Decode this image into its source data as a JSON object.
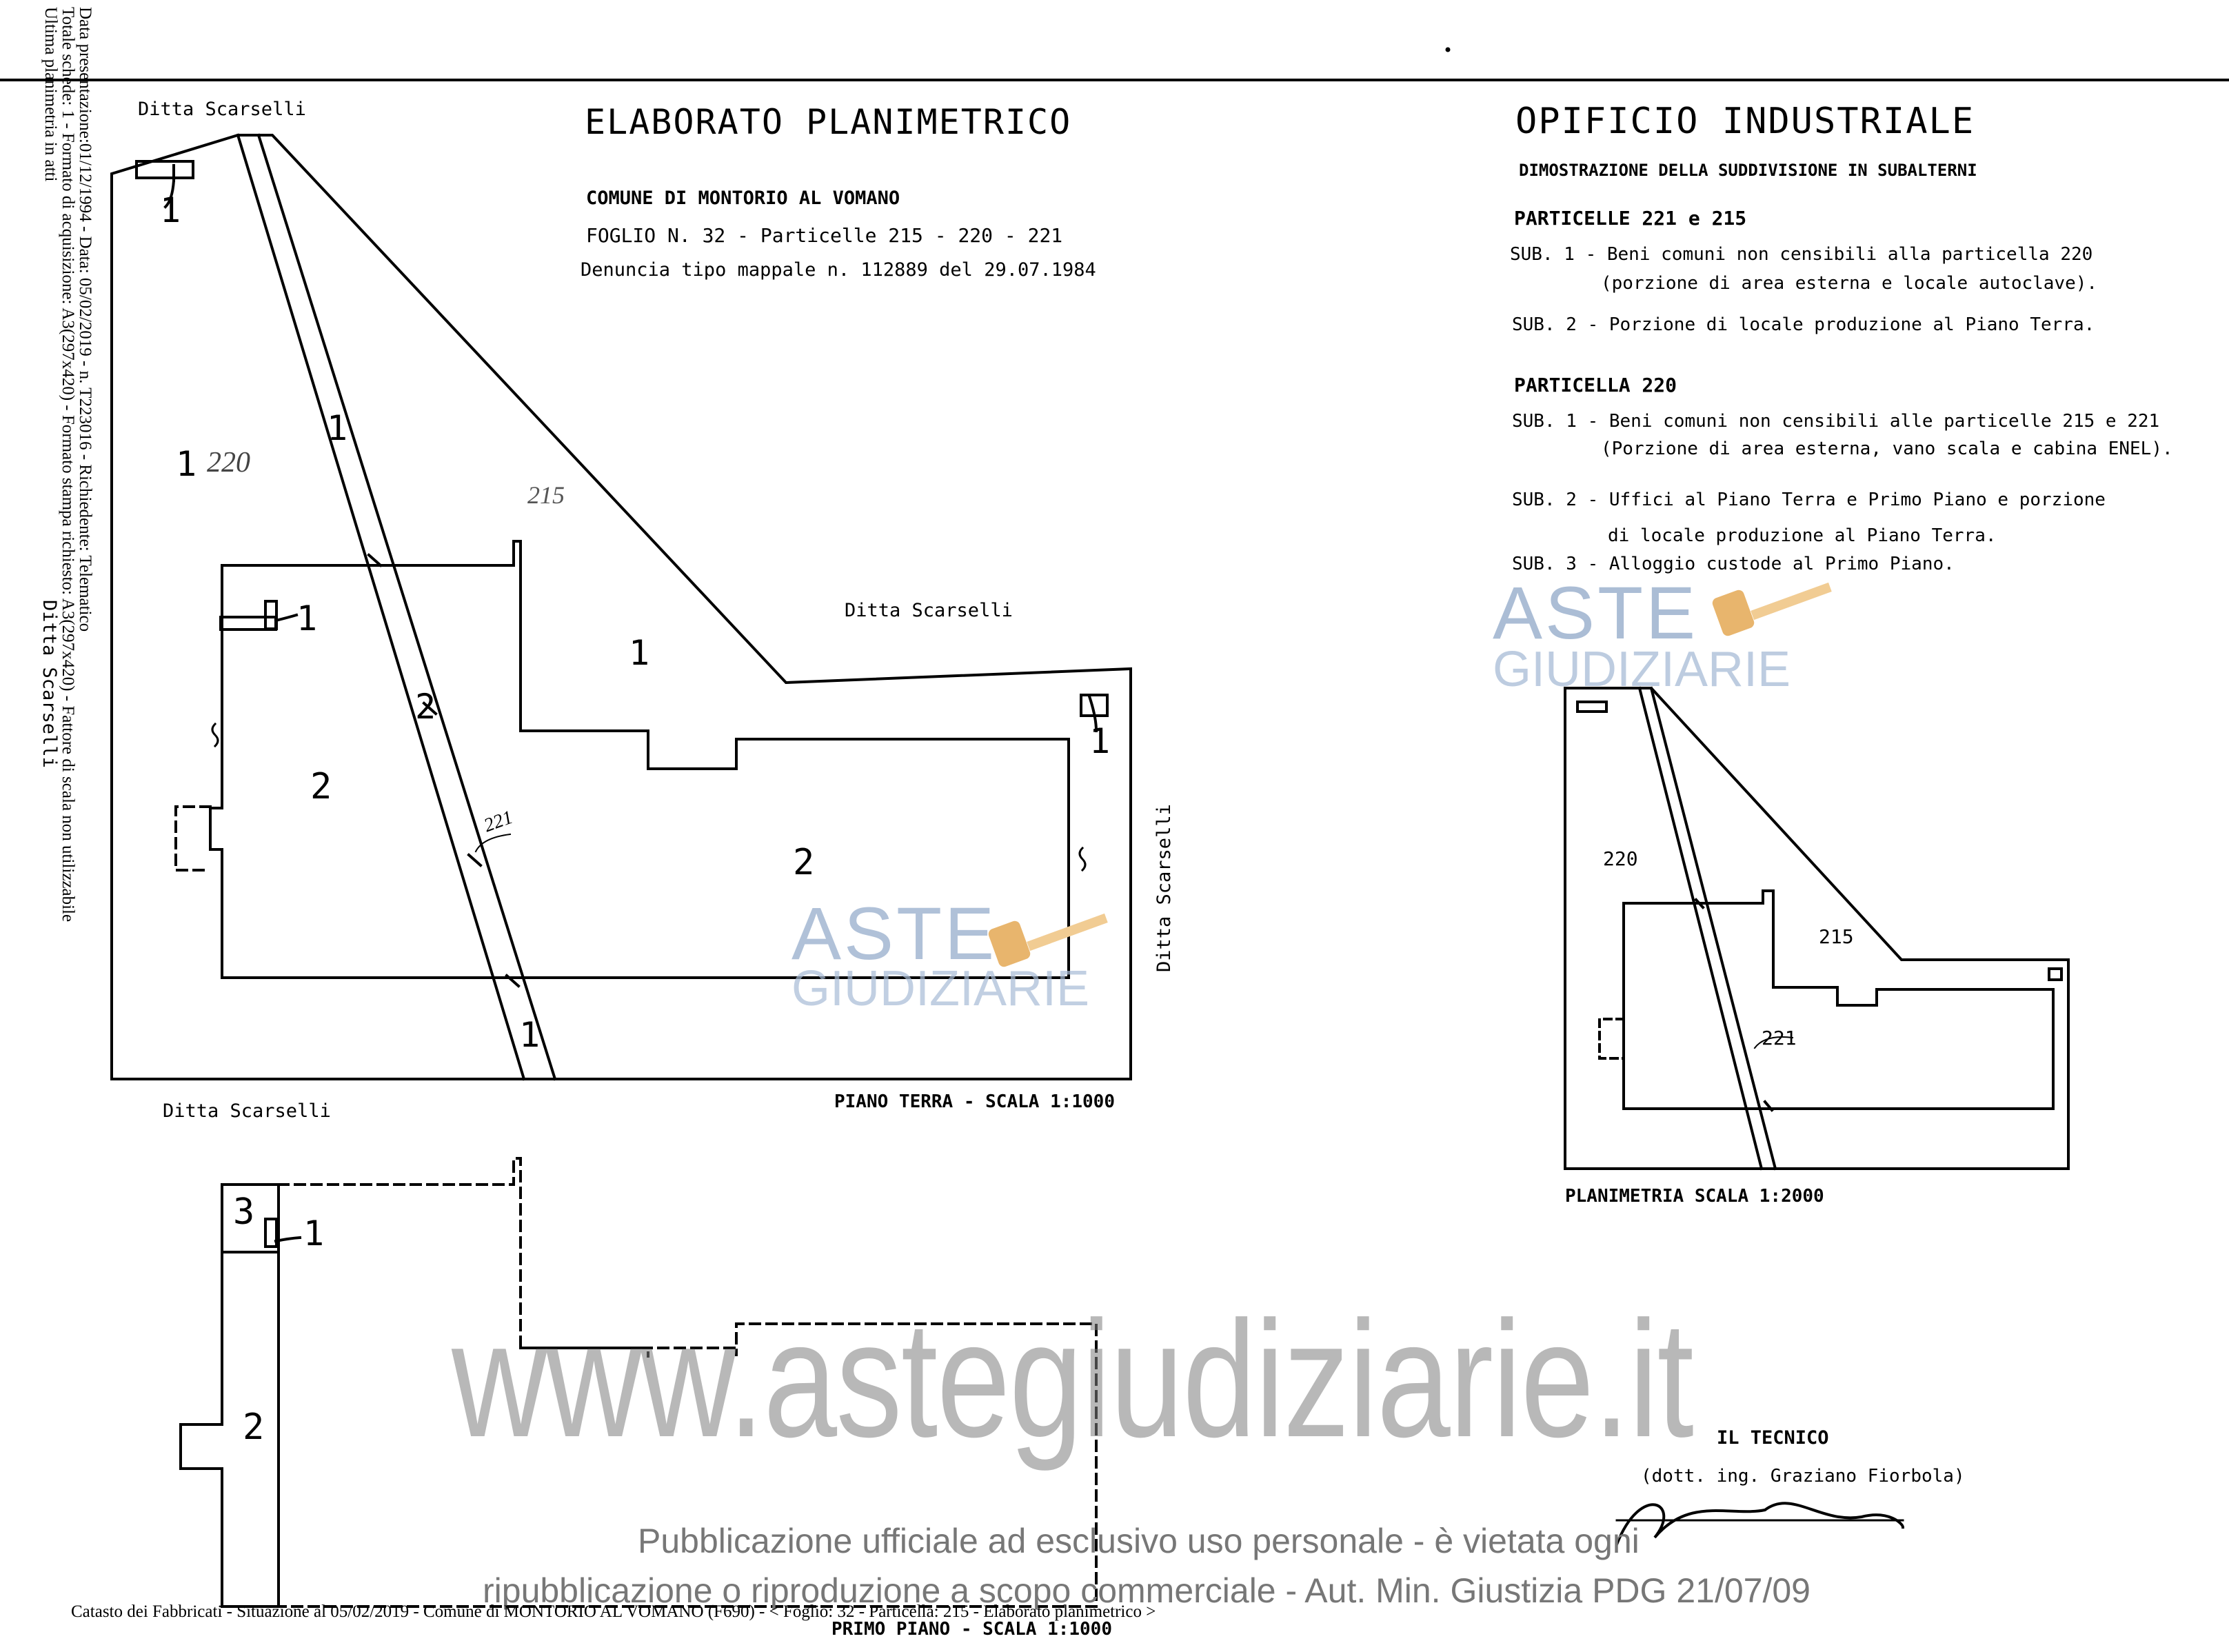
{
  "header_right_block": {
    "title": "OPIFICIO INDUSTRIALE",
    "subtitle": "DIMOSTRAZIONE DELLA SUDDIVISIONE IN SUBALTERNI",
    "section1_title": "PARTICELLE 221 e 215",
    "section1_sub1_line1": "SUB. 1 - Beni comuni non censibili alla particella 220",
    "section1_sub1_line2": "(porzione di area esterna e locale autoclave).",
    "section1_sub2": "SUB. 2 - Porzione di locale produzione al Piano Terra.",
    "section2_title": "PARTICELLA 220",
    "section2_sub1_line1": "SUB. 1 - Beni comuni non censibili alle particelle 215 e 221",
    "section2_sub1_line2": "(Porzione di area esterna, vano scala e cabina ENEL).",
    "section2_sub2_line1": "SUB. 2 - Uffici al Piano Terra e Primo Piano e porzione",
    "section2_sub2_line2": "di locale produzione al Piano Terra.",
    "section2_sub3": "SUB. 3 - Alloggio custode al Primo Piano."
  },
  "header_center_block": {
    "title": "ELABORATO PLANIMETRICO",
    "comune": "COMUNE DI MONTORIO AL VOMANO",
    "foglio": "FOGLIO N. 32 - Particelle 215 - 220 - 221",
    "denuncia": "Denuncia tipo mappale n. 112889 del 29.07.1984"
  },
  "left_margin_notes": {
    "line1": "Data presentazione:01/12/1994 - Data: 05/02/2019 - n. T223016 - Richiedente: Telematico",
    "line2": "Totale schede: 1 - Formato di acquisizione: A3(297x420) - Formato stampa richiesto: A3(297x420) - Fattore di scala non utilizzabile",
    "line3": "Ultima planimetria in atti"
  },
  "ground_floor_plan": {
    "neighbor_top_left": "Ditta Scarselli",
    "neighbor_center": "Ditta Scarselli",
    "neighbor_right": "Ditta Scarselli",
    "neighbor_left": "Ditta Scarselli",
    "neighbor_bottom": "Ditta Scarselli",
    "label_top_left_sub": "1",
    "label_area_left": "1",
    "label_area_left_handwritten": "220",
    "label_handwritten_215": "215",
    "label_strip_1_top": "1",
    "label_strip_2": "2",
    "label_strip_1_bottom": "1",
    "label_221_handwritten": "221",
    "label_stair_1": "1",
    "label_area_1_center": "1",
    "label_corner_1": "1",
    "label_room_2_left": "2",
    "label_room_2_right": "2",
    "scale_caption": "PIANO TERRA - SCALA 1:1000"
  },
  "first_floor_plan": {
    "label_3": "3",
    "label_1": "1",
    "label_2": "2",
    "scale_caption": "PRIMO PIANO - SCALA 1:1000"
  },
  "site_plan": {
    "label_220": "220",
    "label_215": "215",
    "label_221": "221",
    "scale_caption": "PLANIMETRIA SCALA 1:2000"
  },
  "signature": {
    "role": "IL TECNICO",
    "name": "(dott. ing. Graziano Fiorbola)"
  },
  "watermarks": {
    "logo_line1": "ASTE",
    "logo_line2": "GIUDIZIARIE",
    "site": "www.astegiudiziarie.it",
    "notice_line1": "Pubblicazione ufficiale ad esclusivo uso personale - è vietata ogni",
    "notice_line2": "ripubblicazione o riproduzione a scopo commerciale - Aut. Min. Giustizia PDG 21/07/09"
  },
  "footer": {
    "catasto": "Catasto dei Fabbricati - Situazione al 05/02/2019 - Comune di MONTORIO AL VOMANO (F690) - < Foglio: 32 - Particella: 215 - Elaborato planimetrico >"
  },
  "colors": {
    "ink": "#000000",
    "watermark_blue": "#8fa7c8",
    "watermark_gray": "#9a9a9a",
    "gavel_orange": "#e8b56d"
  }
}
